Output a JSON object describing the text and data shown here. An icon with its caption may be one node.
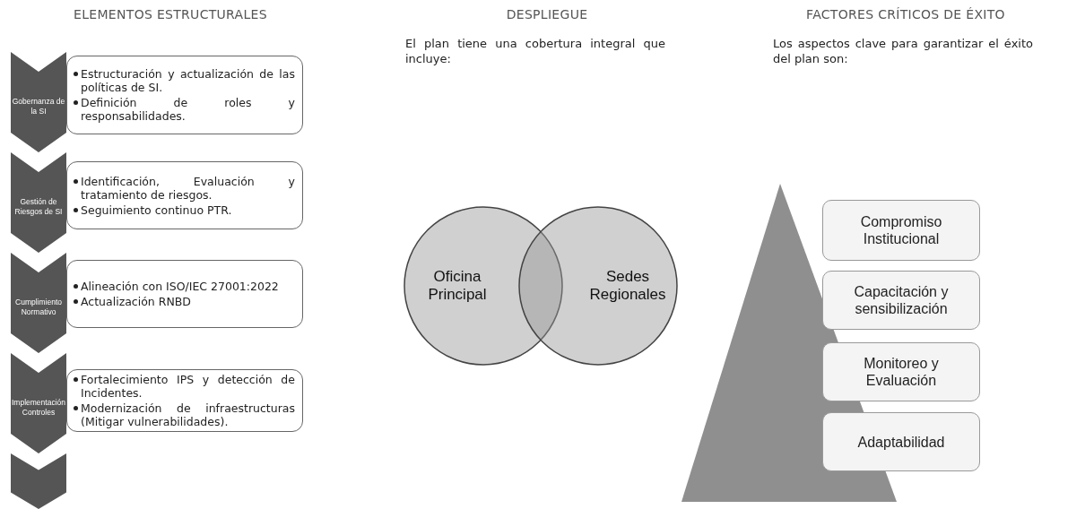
{
  "diagram": {
    "nodes": [
      {
        "text": [
          "Gobernanza de la SI"
        ]
      },
      {
        "text": [
          "Estructuración y actualización de las políticas de SI.",
          "Definición de roles y responsabilidades."
        ]
      },
      {
        "text": [
          "Gestión de Riesgos de SI"
        ]
      },
      {
        "text": [
          "Identificación, Evaluación y tratamiento de riesgos.",
          "Seguimiento continuo PTR."
        ]
      },
      {
        "text": [
          "Cumplimiento Normativo"
        ]
      },
      {
        "text": [
          "Alineación con ISO/IEC 27001:2022",
          "Actualización RNBD"
        ]
      },
      {
        "text": [
          "Implementación Controles"
        ]
      },
      {
        "text": [
          "Fortalecimiento IPS y detección de Incidentes.",
          "Modernización de infraestructuras (Mitigar vulnerabilidades)."
        ]
      },
      {
        "text": [],
        "shape": "chevron"
      },
      {
        "text": [
          "Oficina Principal"
        ]
      },
      {
        "text": [
          "Sedes Regionales"
        ]
      },
      {
        "text": [],
        "shape": "triangle"
      },
      {
        "text": [
          "Compromiso Institucional"
        ]
      },
      {
        "text": [
          "Capacitación y sensibilización"
        ]
      },
      {
        "text": [
          "Monitoreo y Evaluación"
        ]
      },
      {
        "text": [
          "Adaptabilidad"
        ]
      }
    ],
    "edges": [],
    "labels": [
      "ELEMENTOS ESTRUCTURALES",
      "DESPLIEGUE",
      "FACTORES CRÍTICOS DE ÉXITO",
      "El plan tiene una cobertura integral que incluye:",
      "Los aspectos clave para garantizar el éxito del plan son:"
    ]
  }
}
